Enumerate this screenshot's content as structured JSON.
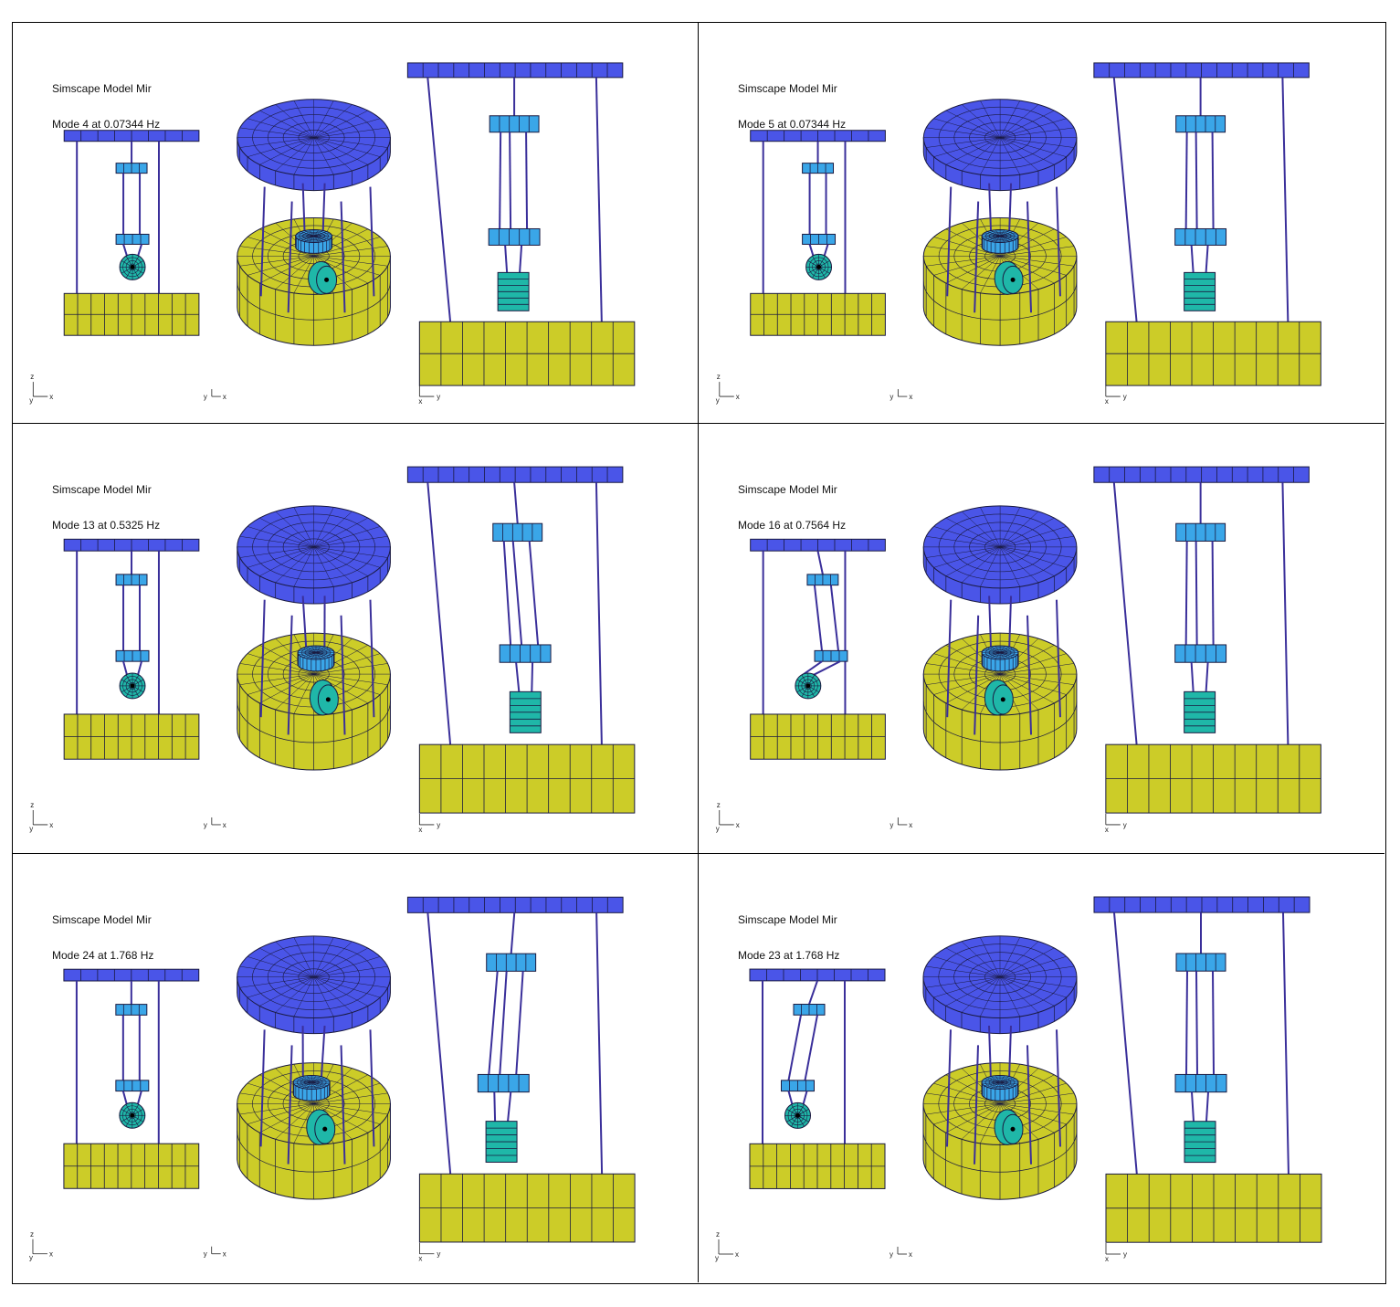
{
  "colors": {
    "plate_blue": "#4a55e8",
    "mass_cyan": "#3aa6e8",
    "pendulum_teal": "#1fb7a8",
    "base_yellow": "#cccc28",
    "wire": "#3a2f9a",
    "grid_line": "#1a1a40",
    "frame": "#000000"
  },
  "panels": [
    {
      "model": "Simscape Model Mir",
      "mode": "Mode 4 at 0.07344 Hz",
      "axes": {
        "left": [
          "z",
          "y",
          "x"
        ],
        "middle": [
          "y",
          "x"
        ],
        "right": [
          "x",
          "y"
        ]
      },
      "shape": {
        "side_lean": 0.0,
        "hang_x": 0.0,
        "pend_x": 0.0,
        "front_tilt": 0.0
      }
    },
    {
      "model": "Simscape Model Mir",
      "mode": "Mode 5 at 0.07344 Hz",
      "axes": {
        "left": [
          "z",
          "y",
          "x"
        ],
        "middle": [
          "y",
          "x"
        ],
        "right": [
          "x",
          "y"
        ]
      },
      "shape": {
        "side_lean": 0.0,
        "hang_x": 0.0,
        "pend_x": 0.0,
        "front_tilt": 0.0
      }
    },
    {
      "model": "Simscape Model Mir",
      "mode": "Mode 13 at 0.5325 Hz",
      "axes": {
        "left": [
          "z",
          "y",
          "x"
        ],
        "middle": [
          "y",
          "x"
        ],
        "right": [
          "x",
          "y"
        ]
      },
      "shape": {
        "side_lean": 0.0,
        "hang_x": 0.0,
        "pend_x": 0.0,
        "front_tilt": 0.3
      }
    },
    {
      "model": "Simscape Model Mir",
      "mode": "Mode 16 at 0.7564 Hz",
      "axes": {
        "left": [
          "z",
          "y",
          "x"
        ],
        "middle": [
          "y",
          "x"
        ],
        "right": [
          "x",
          "y"
        ]
      },
      "shape": {
        "side_lean": 0.3,
        "hang_x": 0.1,
        "pend_x": -0.9,
        "front_tilt": 0.0
      }
    },
    {
      "model": "Simscape Model Mir",
      "mode": "Mode 24 at 1.768 Hz",
      "axes": {
        "left": [
          "z",
          "y",
          "x"
        ],
        "middle": [
          "y",
          "x"
        ],
        "right": [
          "x",
          "y"
        ]
      },
      "shape": {
        "side_lean": 0.0,
        "hang_x": 0.0,
        "pend_x": 0.0,
        "front_tilt": -0.3
      }
    },
    {
      "model": "Simscape Model Mir",
      "mode": "Mode 23 at 1.768 Hz",
      "axes": {
        "left": [
          "z",
          "y",
          "x"
        ],
        "middle": [
          "y",
          "x"
        ],
        "right": [
          "x",
          "y"
        ]
      },
      "shape": {
        "side_lean": -0.5,
        "hang_x": 0.0,
        "pend_x": 0.0,
        "front_tilt": 0.0
      }
    }
  ]
}
